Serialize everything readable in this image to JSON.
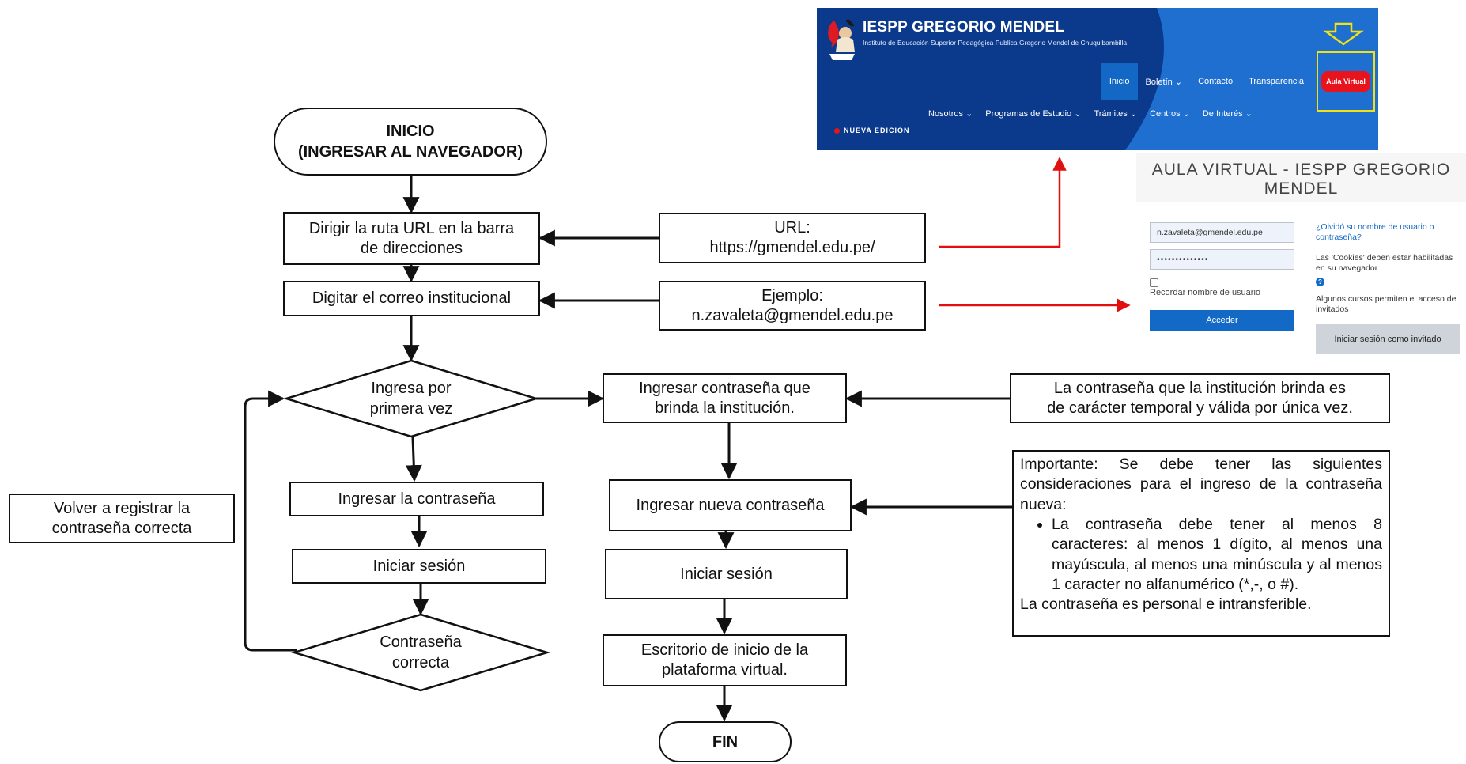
{
  "flowchart": {
    "start": {
      "line1": "INICIO",
      "line2": "(INGRESAR AL NAVEGADOR)"
    },
    "step_url": {
      "line1": "Dirigir la ruta URL en la barra",
      "line2": "de direcciones"
    },
    "step_email": "Digitar el correo institucional",
    "url_note": {
      "line1": "URL:",
      "line2": "https://gmendel.edu.pe/"
    },
    "email_note": {
      "line1": "Ejemplo:",
      "line2": "n.zavaleta@gmendel.edu.pe"
    },
    "decision_first": {
      "line1": "Ingresa por",
      "line2": "primera vez"
    },
    "step_password": "Ingresar la contraseña",
    "step_login_left": "Iniciar sesión",
    "decision_correct": {
      "line1": "Contraseña",
      "line2": "correcta"
    },
    "retry_note": {
      "line1": "Volver a registrar la",
      "line2": "contraseña correcta"
    },
    "step_inst_password": {
      "line1": "Ingresar contraseña que",
      "line2": "brinda la institución."
    },
    "temp_note": {
      "line1": "La contraseña que la institución brinda es",
      "line2": "de carácter temporal y válida por única vez."
    },
    "step_new_password": "Ingresar nueva contraseña",
    "step_login_right": "Iniciar sesión",
    "step_desktop": {
      "line1": "Escritorio de inicio de la",
      "line2": "plataforma virtual."
    },
    "end": "FIN",
    "important_note": {
      "intro": "Importante: Se debe tener las siguientes consideraciones para el ingreso de la contraseña nueva:",
      "bullet": "La contraseña debe tener al menos 8 caracteres: al menos 1 dígito,  al menos una mayúscula, al menos una minúscula y al menos 1 caracter no alfanumérico (*,-, o #).",
      "footer": "La contraseña es personal e intransferible."
    }
  },
  "website_header": {
    "title": "IESPP GREGORIO MENDEL",
    "subtitle": "Instituto de Educación Superior Pedagógica Publica Gregorio Mendel de Chuquibambilla",
    "nav_top": [
      "Inicio",
      "Boletín ⌄",
      "Contacto",
      "Transparencia"
    ],
    "aula_button": "Aula Virtual",
    "nav_bottom": [
      "Nosotros ⌄",
      "Programas de Estudio ⌄",
      "Trámites ⌄",
      "Centros ⌄",
      "De Interés ⌄"
    ],
    "badge": "NUEVA EDICIÓN",
    "colors": {
      "bg": "#0b3a8c",
      "accent": "#1f6fd0",
      "aula": "#e8141d",
      "highlight": "#f3e212"
    }
  },
  "login": {
    "heading": "AULA VIRTUAL - IESPP GREGORIO MENDEL",
    "username": "n.zavaleta@gmendel.edu.pe",
    "password": "••••••••••••••",
    "remember": "Recordar nombre de usuario",
    "submit": "Acceder",
    "forgot": "¿Olvidó su nombre de usuario o contraseña?",
    "cookies": "Las 'Cookies' deben estar habilitadas en su navegador",
    "guests": "Algunos cursos permiten el acceso de invitados",
    "guest_button": "Iniciar sesión como invitado"
  }
}
